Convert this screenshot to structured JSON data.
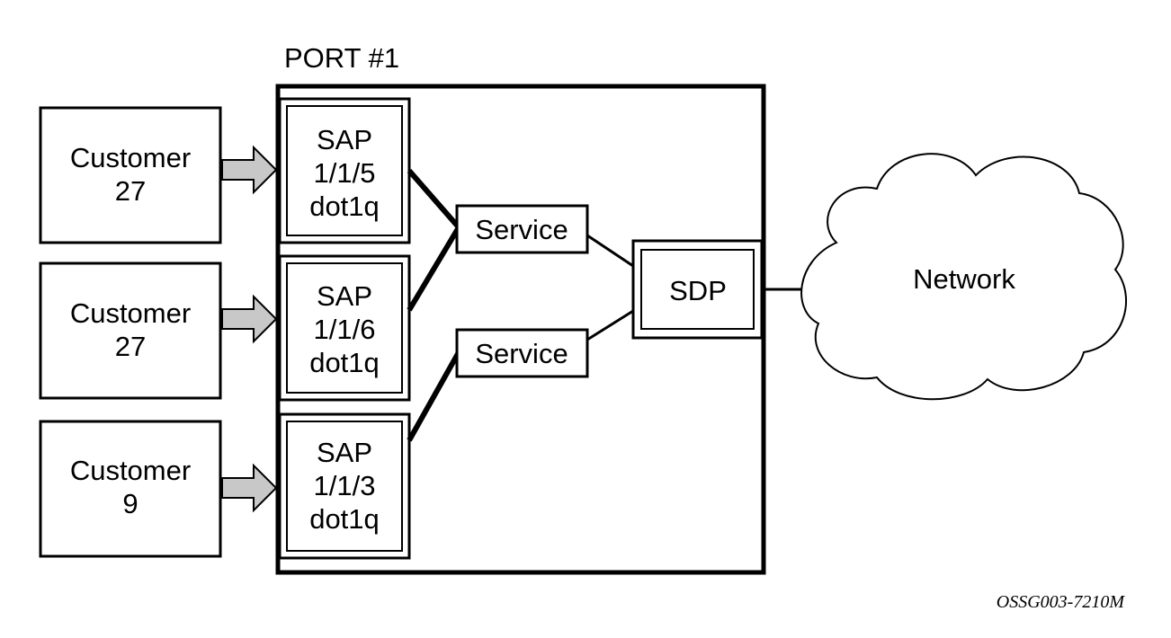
{
  "port": {
    "label": "PORT #1"
  },
  "customers": [
    {
      "line1": "Customer",
      "line2": "27"
    },
    {
      "line1": "Customer",
      "line2": "27"
    },
    {
      "line1": "Customer",
      "line2": "9"
    }
  ],
  "saps": [
    {
      "line1": "SAP",
      "line2": "1/1/5",
      "line3": "dot1q"
    },
    {
      "line1": "SAP",
      "line2": "1/1/6",
      "line3": "dot1q"
    },
    {
      "line1": "SAP",
      "line2": "1/1/3",
      "line3": "dot1q"
    }
  ],
  "services": [
    {
      "label": "Service"
    },
    {
      "label": "Service"
    }
  ],
  "sdp": {
    "label": "SDP"
  },
  "network": {
    "label": "Network"
  },
  "figure_id": "OSSG003-7210M",
  "colors": {
    "arrow_fill": "#c8c8c8",
    "line": "#000000",
    "background": "#ffffff"
  }
}
